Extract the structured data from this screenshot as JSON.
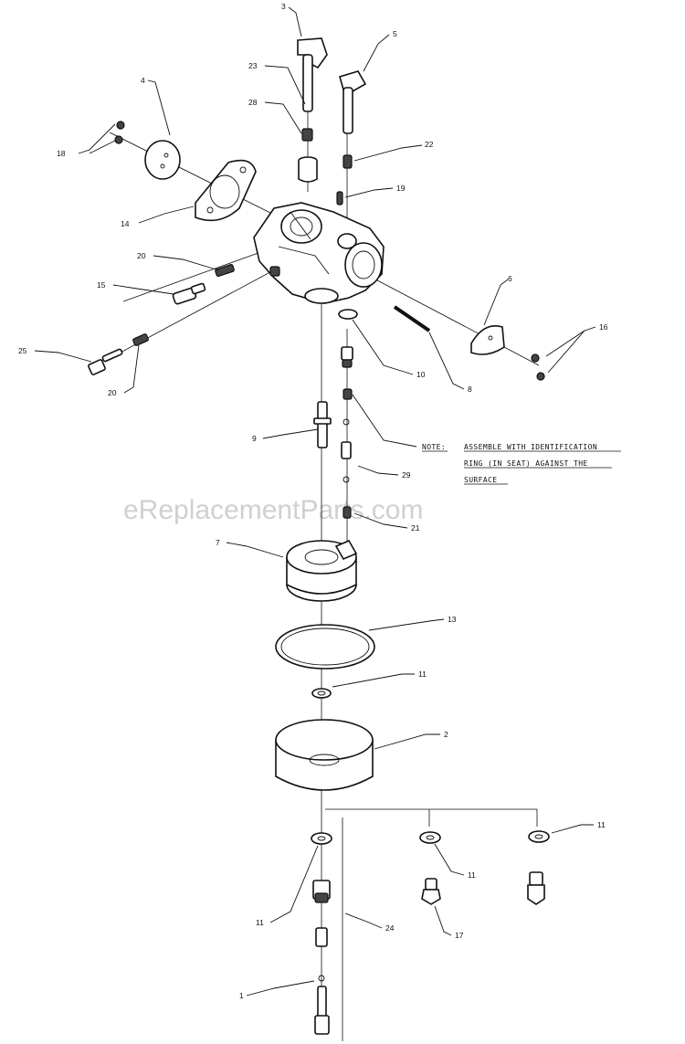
{
  "watermark": "eReplacementParts.com",
  "note": {
    "label": "NOTE:",
    "lines": [
      "ASSEMBLE WITH IDENTIFICATION",
      "RING (IN SEAT) AGAINST THE",
      "SURFACE"
    ]
  },
  "callouts": [
    {
      "id": "c3",
      "text": "3"
    },
    {
      "id": "c5",
      "text": "5"
    },
    {
      "id": "c23",
      "text": "23"
    },
    {
      "id": "c4",
      "text": "4"
    },
    {
      "id": "c28",
      "text": "28"
    },
    {
      "id": "c22",
      "text": "22"
    },
    {
      "id": "c18",
      "text": "18"
    },
    {
      "id": "c19",
      "text": "19"
    },
    {
      "id": "c14",
      "text": "14"
    },
    {
      "id": "c20a",
      "text": "20"
    },
    {
      "id": "c6",
      "text": "6"
    },
    {
      "id": "c15",
      "text": "15"
    },
    {
      "id": "c16",
      "text": "16"
    },
    {
      "id": "c25",
      "text": "25"
    },
    {
      "id": "c10",
      "text": "10"
    },
    {
      "id": "c8",
      "text": "8"
    },
    {
      "id": "c20b",
      "text": "20"
    },
    {
      "id": "c9",
      "text": "9"
    },
    {
      "id": "c29",
      "text": "29"
    },
    {
      "id": "c21",
      "text": "21"
    },
    {
      "id": "c7",
      "text": "7"
    },
    {
      "id": "c13",
      "text": "13"
    },
    {
      "id": "c11a",
      "text": "11"
    },
    {
      "id": "c2",
      "text": "2"
    },
    {
      "id": "c11b",
      "text": "11"
    },
    {
      "id": "c11c",
      "text": "11"
    },
    {
      "id": "c11d",
      "text": "11"
    },
    {
      "id": "c24",
      "text": "24"
    },
    {
      "id": "c17",
      "text": "17"
    },
    {
      "id": "c1",
      "text": "1"
    }
  ]
}
